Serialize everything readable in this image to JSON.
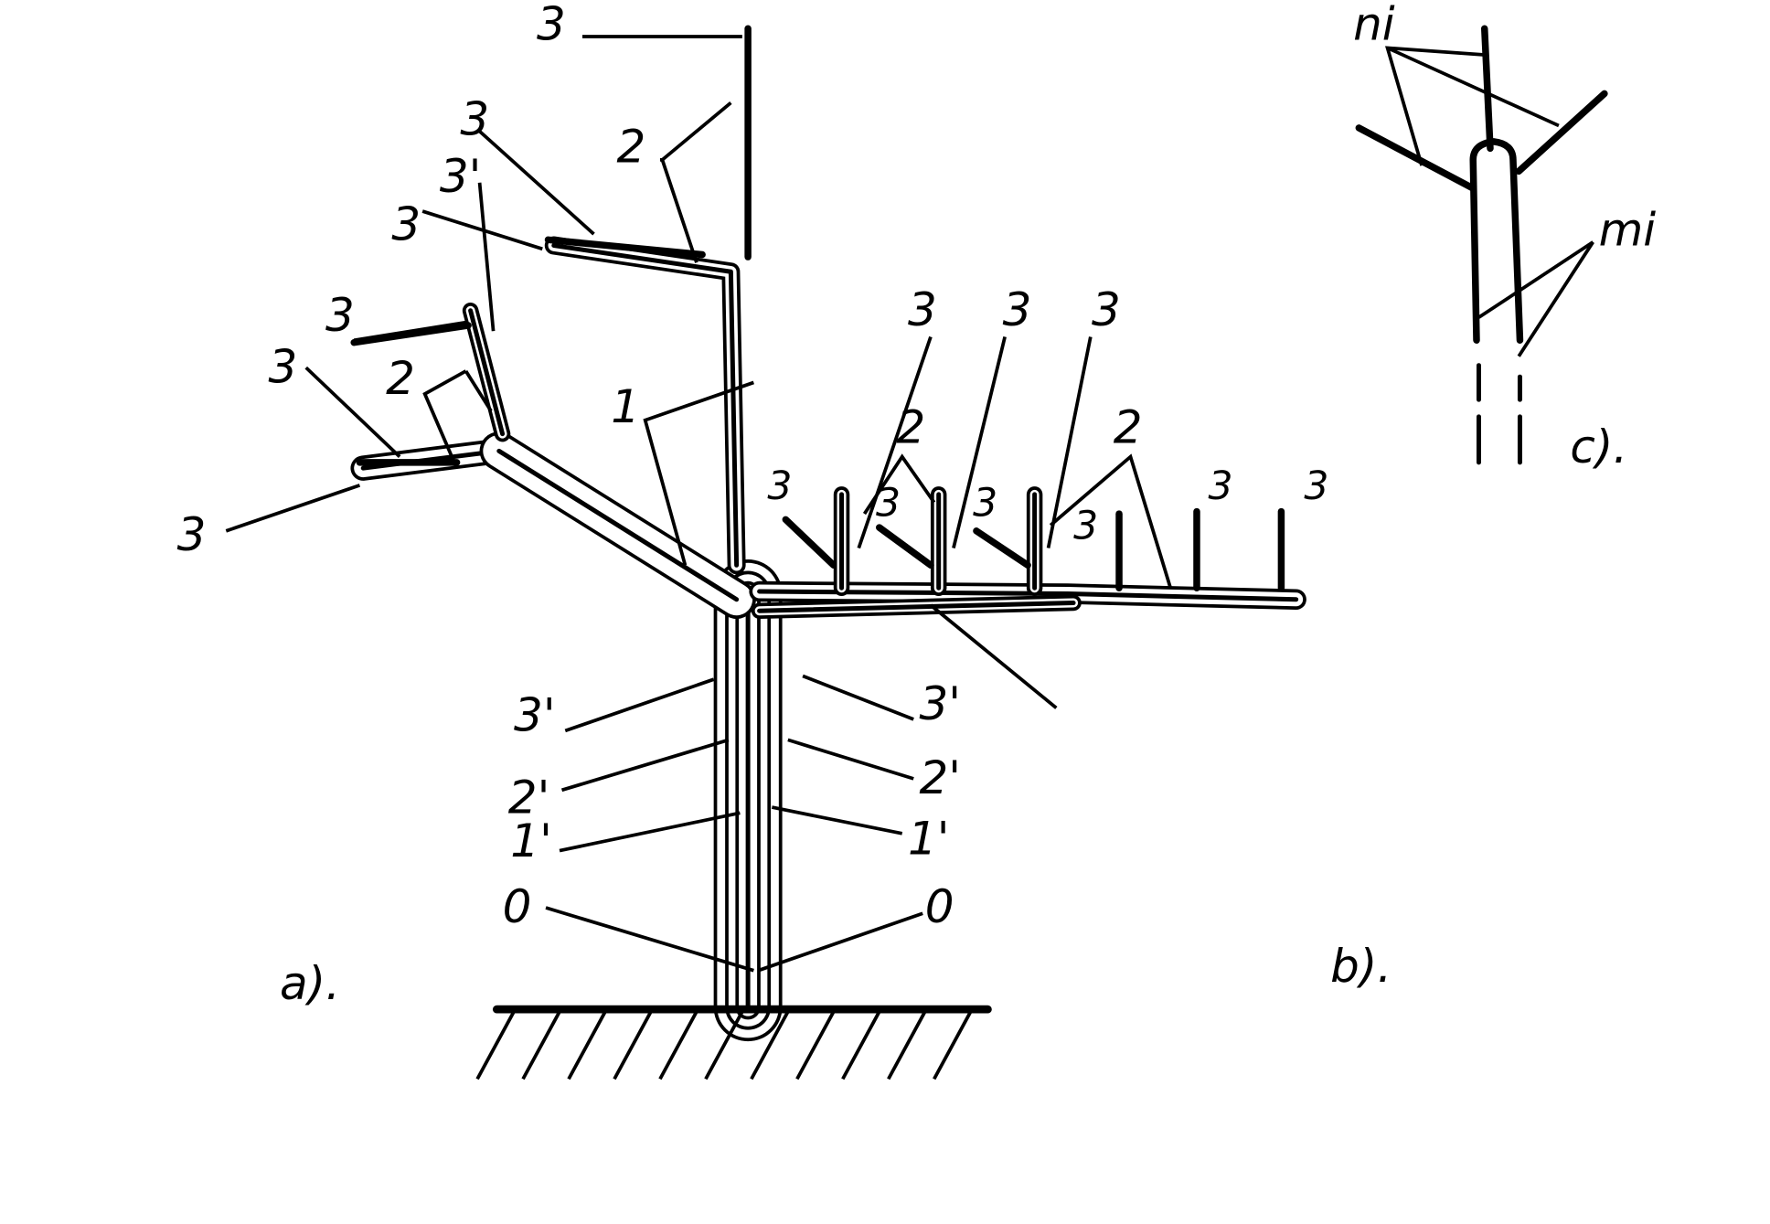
{
  "figure": {
    "panels": {
      "a": "a).",
      "b": "b).",
      "c": "c)."
    },
    "labels": [
      "3",
      "2",
      "3",
      "3'",
      "3",
      "3",
      "2",
      "3",
      "3",
      "1",
      "3",
      "3",
      "3",
      "2",
      "2",
      "3",
      "3",
      "3",
      "3",
      "3",
      "3",
      "3'",
      "2'",
      "1'",
      "0",
      "3'",
      "2'",
      "1'",
      "0"
    ],
    "panel_c_labels": {
      "ni": "ni",
      "mi": "mi"
    },
    "ink_color": "#000000"
  }
}
